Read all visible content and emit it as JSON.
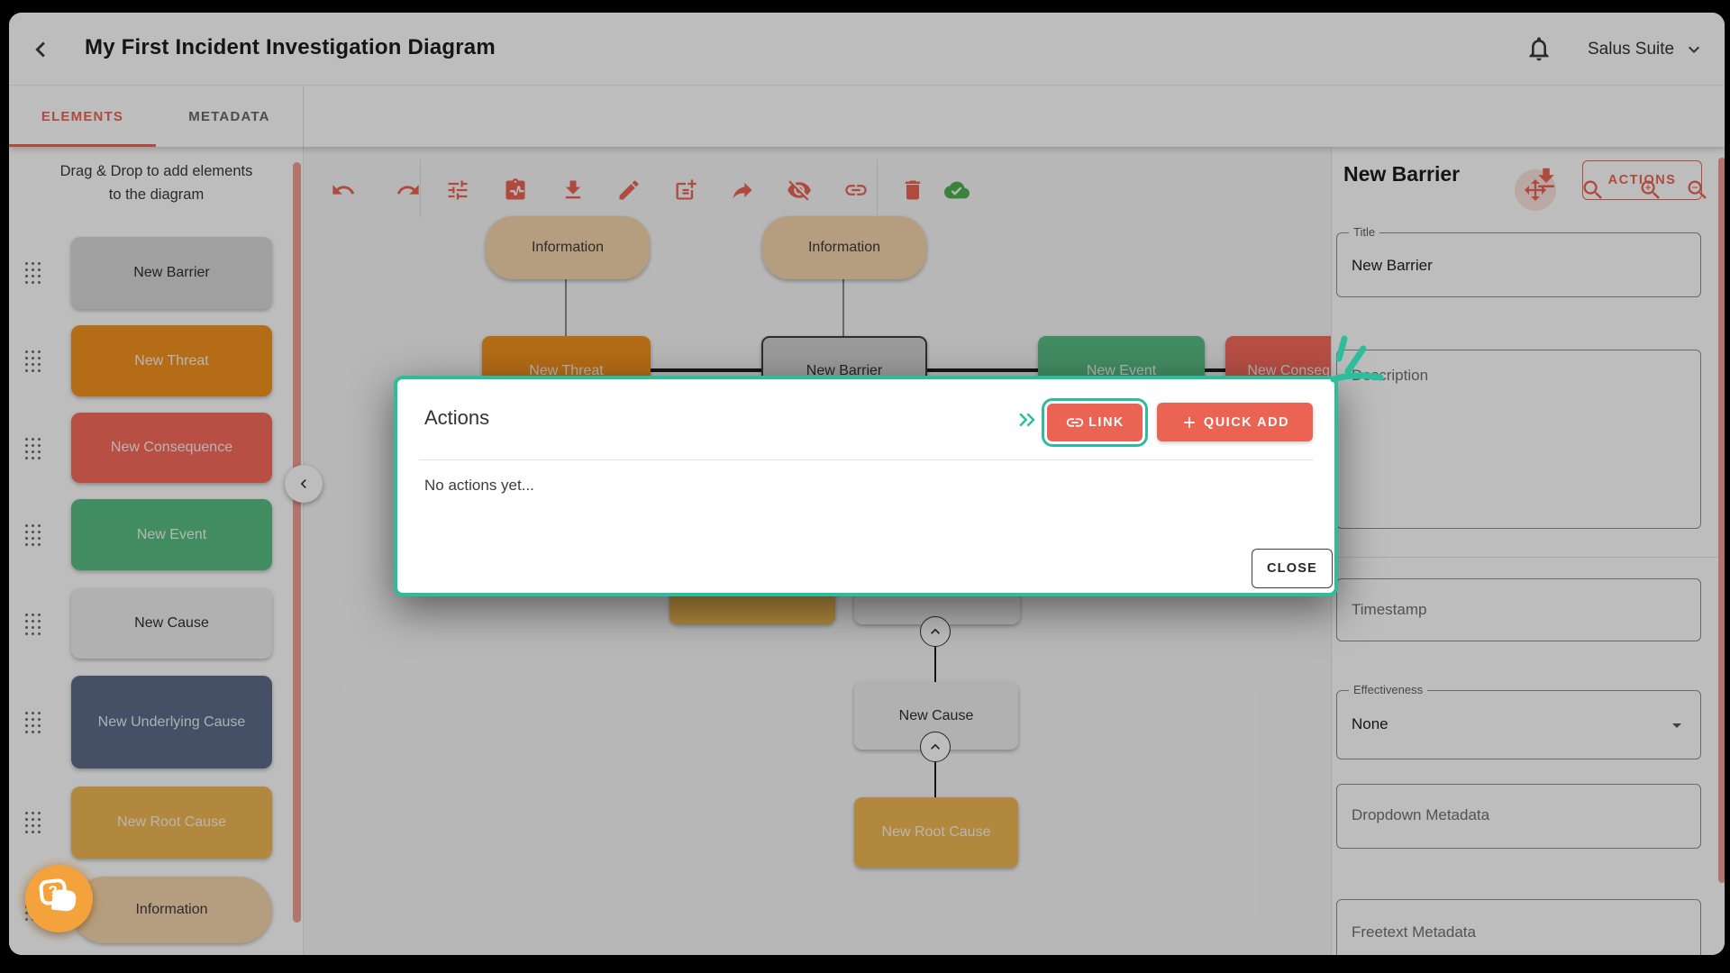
{
  "app": {
    "title": "My First Incident Investigation Diagram",
    "account_label": "Salus Suite"
  },
  "tabs": {
    "elements": "ELEMENTS",
    "metadata": "METADATA"
  },
  "sidebar": {
    "hint_line1": "Drag & Drop to add elements",
    "hint_line2": "to the diagram",
    "chips": [
      {
        "label": "New Barrier",
        "bg": "#d6d6d6",
        "fg": "#2f2f2f"
      },
      {
        "label": "New Threat",
        "bg": "#f0901e",
        "fg": "#f7f2ec"
      },
      {
        "label": "New Consequence",
        "bg": "#f56a5c",
        "fg": "#f9efee"
      },
      {
        "label": "New Event",
        "bg": "#58bb83",
        "fg": "#eef6f1"
      },
      {
        "label": "New Cause",
        "bg": "#ededed",
        "fg": "#2f2f2f"
      },
      {
        "label": "New Underlying Cause",
        "bg": "#5d6b8a",
        "fg": "#e8eaf0"
      },
      {
        "label": "New Root Cause",
        "bg": "#edb652",
        "fg": "#f8f3e8"
      },
      {
        "label": "Information",
        "bg": "#f2d3ab",
        "fg": "#3a3a3a"
      }
    ]
  },
  "toolbar": {
    "left_icons": [
      "undo-icon",
      "redo-icon",
      "tune-icon",
      "incident-report-icon",
      "download-icon",
      "edit-icon",
      "note-add-icon",
      "share-icon",
      "eye-off-icon",
      "link-icon",
      "trash-icon",
      "cloud-done-icon"
    ],
    "right_icons": [
      "pan-icon",
      "search-icon",
      "zoom-in-icon",
      "zoom-out-icon"
    ]
  },
  "canvas": {
    "nodes": [
      {
        "label": "Information",
        "bg": "#f2d3ab",
        "fg": "#3a3a3a"
      },
      {
        "label": "Information",
        "bg": "#f2d3ab",
        "fg": "#3a3a3a"
      },
      {
        "label": "New Threat",
        "bg": "#f0901e",
        "fg": "#f7f2ec"
      },
      {
        "label": "New Barrier",
        "bg": "#cfcfcf",
        "fg": "#2f2f2f"
      },
      {
        "label": "New Event",
        "bg": "#58bb83",
        "fg": "#eef6f1"
      },
      {
        "label": "New Consequence",
        "bg": "#f56a5c",
        "fg": "#f9efee"
      },
      {
        "label": "New Root Cause",
        "bg": "#edb652",
        "fg": "#f8f3e8"
      },
      {
        "label": "New Cause",
        "bg": "#ededed",
        "fg": "#2f2f2f"
      },
      {
        "label": "New Cause",
        "bg": "#ededed",
        "fg": "#2f2f2f"
      },
      {
        "label": "New Root Cause",
        "bg": "#edb652",
        "fg": "#f8f3e8"
      }
    ]
  },
  "modal": {
    "title": "Actions",
    "link_label": "LINK",
    "quick_add_label": "QUICK ADD",
    "empty_text": "No actions yet...",
    "close_label": "CLOSE"
  },
  "panel": {
    "title": "New Barrier",
    "actions_label": "ACTIONS",
    "fields": {
      "title": {
        "label": "Title",
        "value": "New Barrier"
      },
      "description": {
        "placeholder": "Description"
      },
      "timestamp": {
        "placeholder": "Timestamp"
      },
      "effectiveness": {
        "label": "Effectiveness",
        "value": "None"
      },
      "dropdown_metadata": {
        "placeholder": "Dropdown Metadata"
      },
      "freetext_metadata": {
        "placeholder": "Freetext Metadata"
      }
    }
  },
  "colors": {
    "accent": "#ea6353",
    "teal": "#2ebd9b",
    "cloud_ok_green": "#4caf50",
    "scrollbar_salmon": "#ec9c92",
    "help_fab_orange": "#f3a23c",
    "backdrop": "rgba(0,0,0,0.25)"
  }
}
